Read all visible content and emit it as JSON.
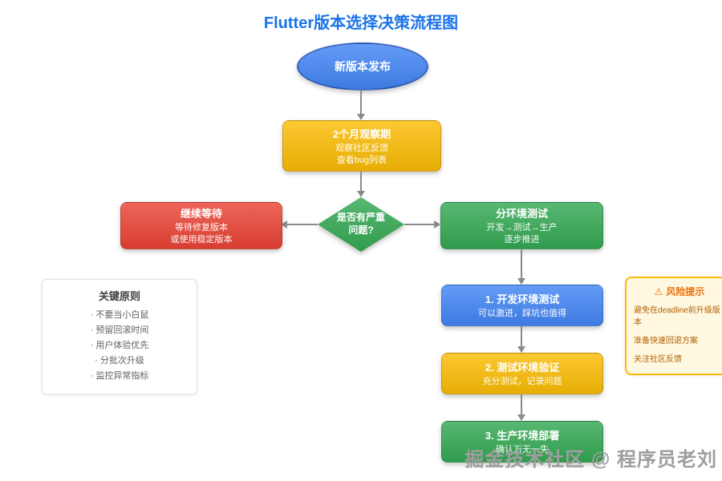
{
  "title": "Flutter版本选择决策流程图",
  "nodes": {
    "start": {
      "label": "新版本发布"
    },
    "observe": {
      "title": "2个月观察期",
      "line1": "观察社区反馈",
      "line2": "查看bug列表"
    },
    "decision": {
      "line1": "是否有严重",
      "line2": "问题?"
    },
    "wait": {
      "title": "继续等待",
      "line1": "等待修复版本",
      "line2": "或使用稳定版本"
    },
    "env": {
      "title": "分环境测试",
      "line1": "开发→测试→生产",
      "line2": "逐步推进"
    },
    "dev": {
      "title": "1. 开发环境测试",
      "line1": "可以激进，踩坑也值得"
    },
    "test": {
      "title": "2. 测试环境验证",
      "line1": "充分测试，记录问题"
    },
    "prod": {
      "title": "3. 生产环境部署",
      "line1": "确认万无一失"
    }
  },
  "principles": {
    "title": "关键原则",
    "items": [
      "不要当小白鼠",
      "预留回滚时间",
      "用户体验优先",
      "分批次升级",
      "监控异常指标"
    ]
  },
  "risks": {
    "icon": "⚠",
    "title": "风险提示",
    "items": [
      "避免在deadline前升级版本",
      "准备快速回退方案",
      "关注社区反馈"
    ]
  },
  "watermark": "掘金技术社区 @ 程序员老刘",
  "colors": {
    "accent-blue": "#1a73e8",
    "node-blue": "#4285f4",
    "node-orange": "#fbbc05",
    "node-green": "#34a853",
    "node-red": "#ea4335",
    "arrow-gray": "#8a8a8a",
    "risk-border": "#fbbc05",
    "risk-bg": "#fff8e1",
    "risk-text": "#e8710a",
    "risk-item-text": "#b06000",
    "watermark-gray": "#9e9e9e"
  }
}
